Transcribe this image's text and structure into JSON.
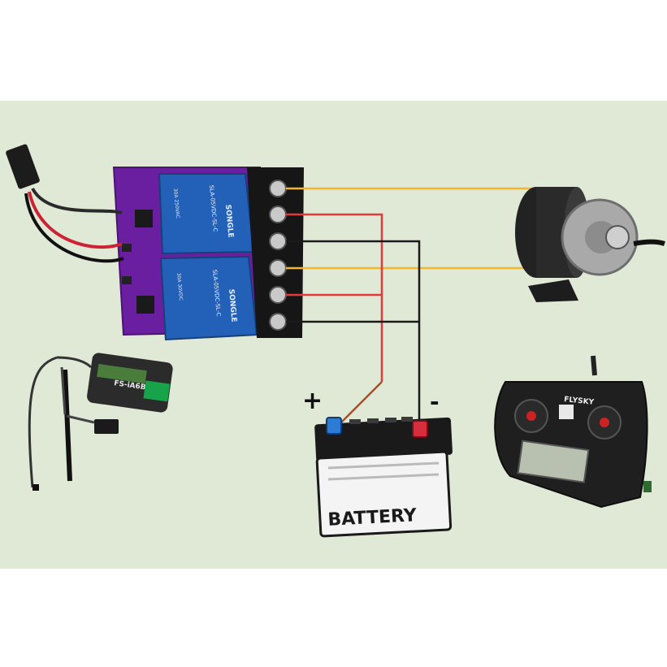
{
  "diagram": {
    "background_color": "#dfe9d6",
    "battery": {
      "label": "BATTERY",
      "plus": "+",
      "minus": "-"
    },
    "relay_module": {
      "relay_brand": "SONGLE",
      "relay_model": "SLA-05VDC-SL-C",
      "relay_rating_1": "30A 250VAC",
      "relay_rating_2": "30A 30VDC"
    },
    "receiver": {
      "model": "FS-iA6B"
    },
    "transmitter": {
      "brand": "FLYSKY"
    },
    "wire_colors": {
      "yellow": "#f2b630",
      "red": "#e23b3b",
      "black": "#1a1a1a",
      "brown": "#a0522d"
    }
  }
}
